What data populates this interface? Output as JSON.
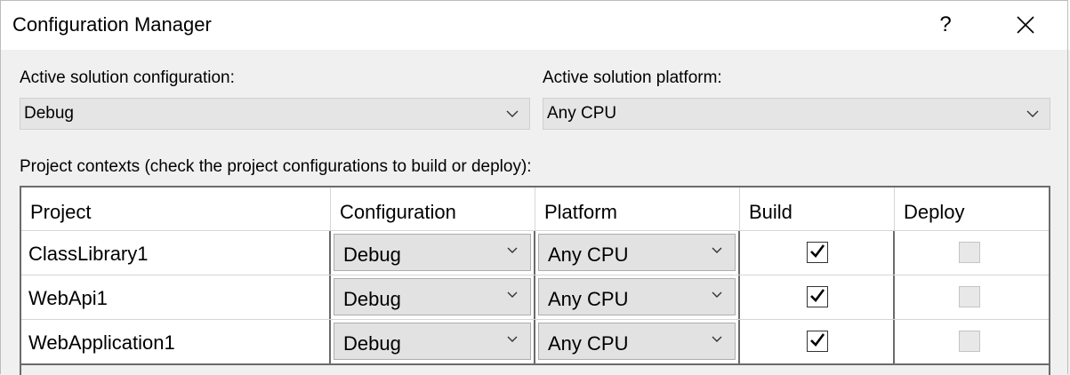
{
  "window": {
    "title": "Configuration Manager",
    "help_label": "?"
  },
  "solution": {
    "config_label": "Active solution configuration:",
    "config_value": "Debug",
    "platform_label": "Active solution platform:",
    "platform_value": "Any CPU"
  },
  "contexts_label": "Project contexts (check the project configurations to build or deploy):",
  "grid": {
    "headers": [
      "Project",
      "Configuration",
      "Platform",
      "Build",
      "Deploy"
    ],
    "rows": [
      {
        "project": "ClassLibrary1",
        "configuration": "Debug",
        "platform": "Any CPU",
        "build": true,
        "deploy": false,
        "deploy_enabled": false
      },
      {
        "project": "WebApi1",
        "configuration": "Debug",
        "platform": "Any CPU",
        "build": true,
        "deploy": false,
        "deploy_enabled": false
      },
      {
        "project": "WebApplication1",
        "configuration": "Debug",
        "platform": "Any CPU",
        "build": true,
        "deploy": false,
        "deploy_enabled": false
      }
    ]
  },
  "icons": {
    "close": "close-icon",
    "dropdown": "chevron-down-icon",
    "check": "checkmark-icon"
  }
}
